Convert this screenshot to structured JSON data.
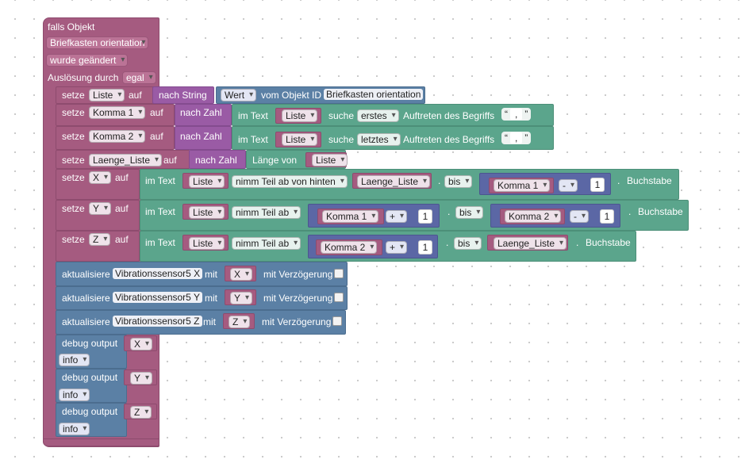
{
  "event": {
    "label": "falls Objekt",
    "object_name": "Briefkasten orientation",
    "condition": "wurde geändert",
    "trigger_label": "Auslösung durch",
    "trigger_value": "egal"
  },
  "words": {
    "setze": "setze",
    "auf": "auf",
    "nach_string": "nach String",
    "nach_zahl": "nach Zahl",
    "vom_objekt": "vom Objekt ID",
    "im_text": "im Text",
    "suche": "suche",
    "auftreten": "Auftreten des Begriffs",
    "laenge_von": "Länge von",
    "nimm_hinten": "nimm Teil ab von hinten",
    "nimm": "nimm Teil ab",
    "bis": "bis",
    "buchstabe": "Buchstabe",
    "aktualisiere": "aktualisiere",
    "mit": "mit",
    "mit_verzoegerung": "mit Verzögerung",
    "debug": "debug output",
    "info": "info"
  },
  "vars": {
    "liste": "Liste",
    "komma1": "Komma 1",
    "komma2": "Komma 2",
    "laenge": "Laenge_Liste",
    "x": "X",
    "y": "Y",
    "z": "Z"
  },
  "values": {
    "wert": "Wert",
    "object_id": "Briefkasten orientation",
    "erstes": "erstes",
    "letztes": "letztes",
    "comma_text": ",",
    "minus": "-",
    "plus": "+",
    "one": "1",
    "dot": "."
  },
  "sensors": {
    "x": "Vibrationssensor5 X",
    "y": "Vibrationssensor5 Y",
    "z": "Vibrationssensor5 Z"
  },
  "colors": {
    "event": "#a55b80",
    "text": "#5ba58c",
    "math": "#5b67a5",
    "io": "#5b80a5",
    "convert": "#9a5ba5"
  }
}
